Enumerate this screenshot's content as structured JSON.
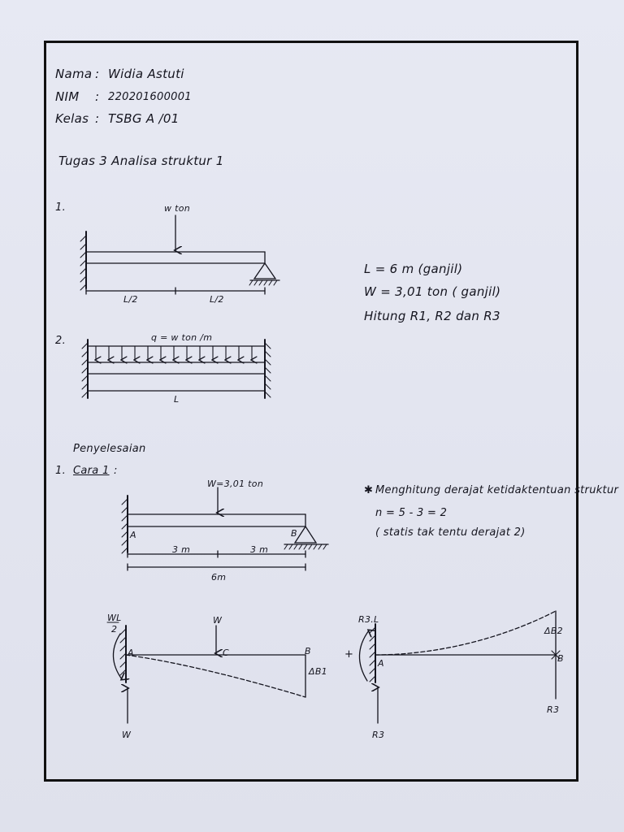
{
  "header": {
    "nama_label": "Nama",
    "nama_value": "Widia Astuti",
    "nim_label": "NIM",
    "nim_value": "220201600001",
    "kelas_label": "Kelas",
    "kelas_value": "TSBG A /01",
    "colon": ":"
  },
  "title": "Tugas 3  Analisa struktur 1",
  "problem1": {
    "number": "1.",
    "load_label": "w ton",
    "span_left": "L/2",
    "span_right": "L/2"
  },
  "problem2": {
    "number": "2.",
    "load_label": "q = w ton /m",
    "span": "L"
  },
  "given": {
    "line1": "L = 6 m   (ganjil)",
    "line2": "W = 3,01 ton  ( ganjil)",
    "line3": "Hitung  R1, R2  dan R3"
  },
  "solution": {
    "heading": "Penyelesaian",
    "cara_number": "1.",
    "cara_label": "Cara 1",
    "cara_colon": ":",
    "load_label": "W=3,01 ton",
    "node_a": "A",
    "node_b": "B",
    "span_left": "3 m",
    "span_right": "3 m",
    "span_total": "6m",
    "note_star": "✱",
    "note_line1": "Menghitung derajat ketidaktentuan struktur",
    "note_line2": "n = 5 - 3  = 2",
    "note_line3": "( statis tak tentu derajat 2)"
  },
  "diagram_left": {
    "moment_num": "WL",
    "moment_den": "2",
    "load": "W",
    "node_a": "A",
    "node_c": "C",
    "node_b": "B",
    "deflection": "ΔB1",
    "reaction": "W"
  },
  "diagram_right": {
    "plus": "+",
    "moment": "R3.L",
    "node_a": "A",
    "node_b": "B",
    "deflection": "ΔB2",
    "reaction_left": "R3",
    "reaction_right": "R3"
  }
}
